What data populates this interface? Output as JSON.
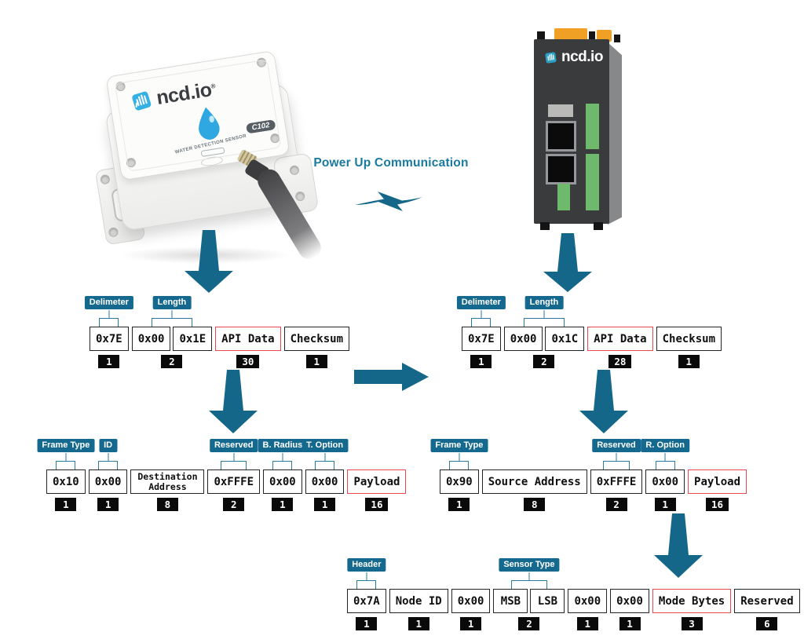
{
  "title": "Power Up Communication",
  "devices": {
    "sensor": {
      "brand": "ncd.io",
      "reg_mark": "®",
      "type_label": "WATER DETECTION SENSOR",
      "model_badge": "C102"
    },
    "gateway": {
      "brand": "ncd.io"
    }
  },
  "packet_rows": [
    {
      "id": "frame-sensor",
      "groups": [
        {
          "label": "Delimeter",
          "count": "1",
          "boxes": [
            {
              "text": "0x7E"
            }
          ]
        },
        {
          "label": "Length",
          "count": "2",
          "boxes": [
            {
              "text": "0x00"
            },
            {
              "text": "0x1E"
            }
          ]
        },
        {
          "count": "30",
          "boxes": [
            {
              "text": "API Data",
              "red": true
            }
          ]
        },
        {
          "count": "1",
          "boxes": [
            {
              "text": "Checksum"
            }
          ]
        }
      ]
    },
    {
      "id": "frame-gateway",
      "groups": [
        {
          "label": "Delimeter",
          "count": "1",
          "boxes": [
            {
              "text": "0x7E"
            }
          ]
        },
        {
          "label": "Length",
          "count": "2",
          "boxes": [
            {
              "text": "0x00"
            },
            {
              "text": "0x1C"
            }
          ]
        },
        {
          "count": "28",
          "boxes": [
            {
              "text": "API Data",
              "red": true
            }
          ]
        },
        {
          "count": "1",
          "boxes": [
            {
              "text": "Checksum"
            }
          ]
        }
      ]
    },
    {
      "id": "api-sensor",
      "groups": [
        {
          "label": "Frame Type",
          "count": "1",
          "boxes": [
            {
              "text": "0x10"
            }
          ]
        },
        {
          "label": "ID",
          "count": "1",
          "boxes": [
            {
              "text": "0x00"
            }
          ]
        },
        {
          "count": "8",
          "boxes": [
            {
              "text": "Destination Address",
              "wrap": true
            }
          ]
        },
        {
          "label": "Reserved",
          "count": "2",
          "boxes": [
            {
              "text": "0xFFFE"
            }
          ]
        },
        {
          "label": "B. Radius",
          "count": "1",
          "boxes": [
            {
              "text": "0x00"
            }
          ]
        },
        {
          "label": "T. Option",
          "count": "1",
          "boxes": [
            {
              "text": "0x00"
            }
          ]
        },
        {
          "count": "16",
          "boxes": [
            {
              "text": "Payload",
              "red": true
            }
          ]
        }
      ]
    },
    {
      "id": "api-gateway",
      "groups": [
        {
          "label": "Frame Type",
          "count": "1",
          "boxes": [
            {
              "text": "0x90"
            }
          ]
        },
        {
          "count": "8",
          "boxes": [
            {
              "text": "Source Address"
            }
          ]
        },
        {
          "label": "Reserved",
          "count": "2",
          "boxes": [
            {
              "text": "0xFFFE"
            }
          ]
        },
        {
          "label": "R. Option",
          "count": "1",
          "boxes": [
            {
              "text": "0x00"
            }
          ]
        },
        {
          "count": "16",
          "boxes": [
            {
              "text": "Payload",
              "red": true
            }
          ]
        }
      ]
    },
    {
      "id": "sensor-data",
      "groups": [
        {
          "label": "Header",
          "count": "1",
          "boxes": [
            {
              "text": "0x7A"
            }
          ]
        },
        {
          "count": "1",
          "boxes": [
            {
              "text": "Node ID"
            }
          ]
        },
        {
          "count": "1",
          "boxes": [
            {
              "text": "0x00"
            }
          ]
        },
        {
          "label": "Sensor Type",
          "count": "2",
          "boxes": [
            {
              "text": "MSB"
            },
            {
              "text": "LSB"
            }
          ]
        },
        {
          "count": "1",
          "boxes": [
            {
              "text": "0x00"
            }
          ]
        },
        {
          "count": "1",
          "boxes": [
            {
              "text": "0x00"
            }
          ]
        },
        {
          "count": "3",
          "boxes": [
            {
              "text": "Mode Bytes",
              "red": true
            }
          ]
        },
        {
          "count": "6",
          "boxes": [
            {
              "text": "Reserved"
            }
          ]
        }
      ]
    }
  ],
  "colors": {
    "teal_label": "#15698e",
    "teal_line": "#2a7ba0",
    "teal_arrow": "#15678a",
    "red_accent": "#e8484d",
    "badge_black": "#0a0a0a",
    "green_led": "#6fb96d",
    "orange_connector": "#f0a125"
  },
  "icons": {
    "ncd_logo_icon": "hand-in-badge",
    "water_drop_icon": "droplet",
    "lightning_icon": "lightning-bolt",
    "down_arrow_icon": "solid-tapered-down-arrow",
    "right_arrow_icon": "solid-block-right-arrow"
  }
}
